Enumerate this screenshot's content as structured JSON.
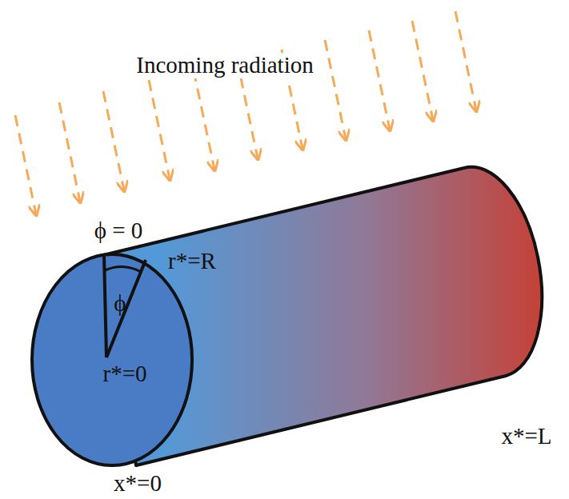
{
  "diagram": {
    "labels": [
      "Incoming radiation",
      "ϕ = 0",
      "r*=R",
      "ϕ",
      "r*=0",
      "x*=0",
      "x*=L"
    ]
  }
}
